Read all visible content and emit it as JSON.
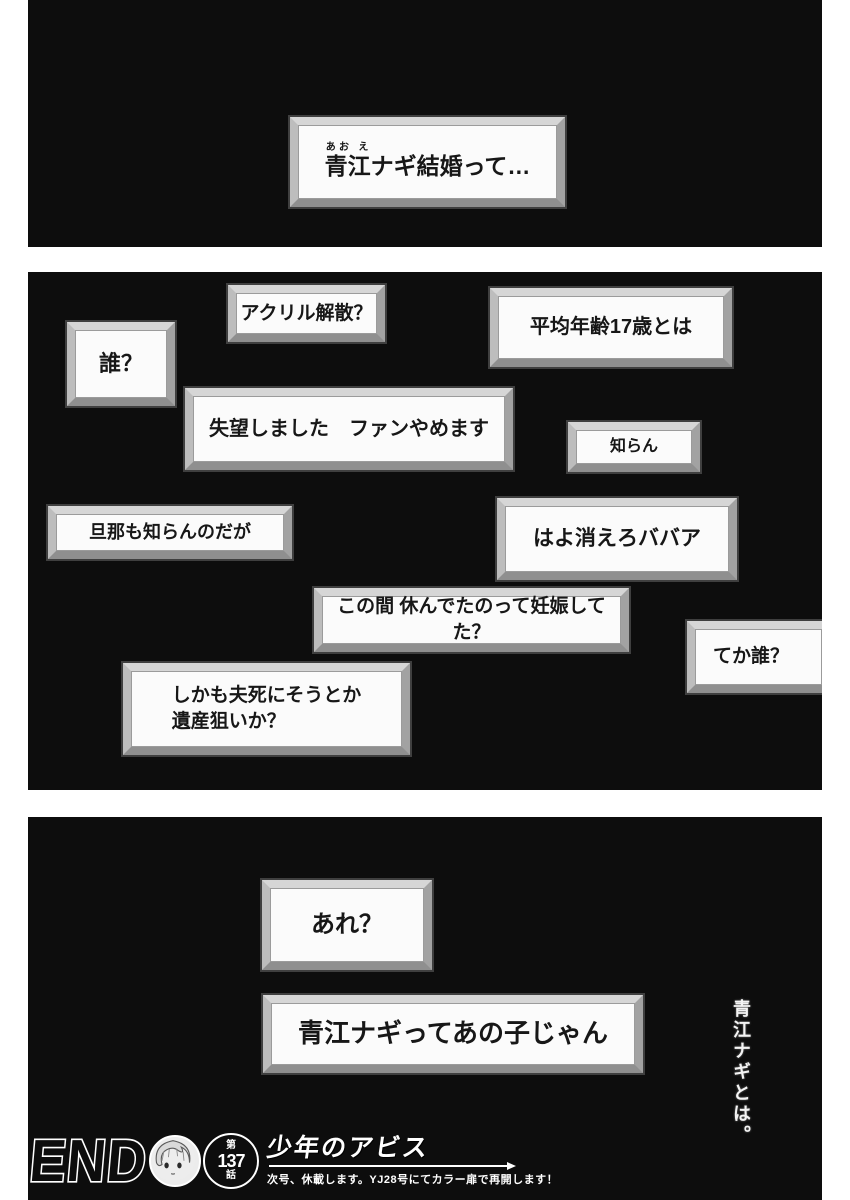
{
  "colors": {
    "page_bg": "#ffffff",
    "panel_bg": "#0d0d0d",
    "box_face": "#fbfbfb",
    "box_frame": "#a9a9a9",
    "ink": "#171717"
  },
  "panel1": {
    "box": {
      "base": "青江",
      "furigana": "あお え",
      "rest": "ナギ結婚って…"
    }
  },
  "panel2": {
    "boxes": [
      {
        "text": "アクリル解散？"
      },
      {
        "text": "平均年齢17歳とは"
      },
      {
        "text": "誰？"
      },
      {
        "text": "失望しました　ファンやめます"
      },
      {
        "text": "知らん"
      },
      {
        "text": "旦那も知らんのだが"
      },
      {
        "text": "はよ消えろババア"
      },
      {
        "text": "この間 休んでたのって妊娠してた？"
      },
      {
        "text": "てか誰？"
      },
      {
        "line1": "しかも夫死にそうとか",
        "line2": "遺産狙いか？"
      }
    ]
  },
  "panel3": {
    "boxes": [
      {
        "text": "あれ？"
      },
      {
        "text": "青江ナギってあの子じゃん"
      }
    ],
    "vertical_caption": "青江ナギとは。"
  },
  "footer": {
    "end_label": "END",
    "chapter_prefix": "第",
    "chapter_number": "137",
    "chapter_suffix": "話",
    "series_title": "少年のアビス",
    "announcement": "次号、休載します。YJ28号にてカラー扉で再開します！"
  }
}
